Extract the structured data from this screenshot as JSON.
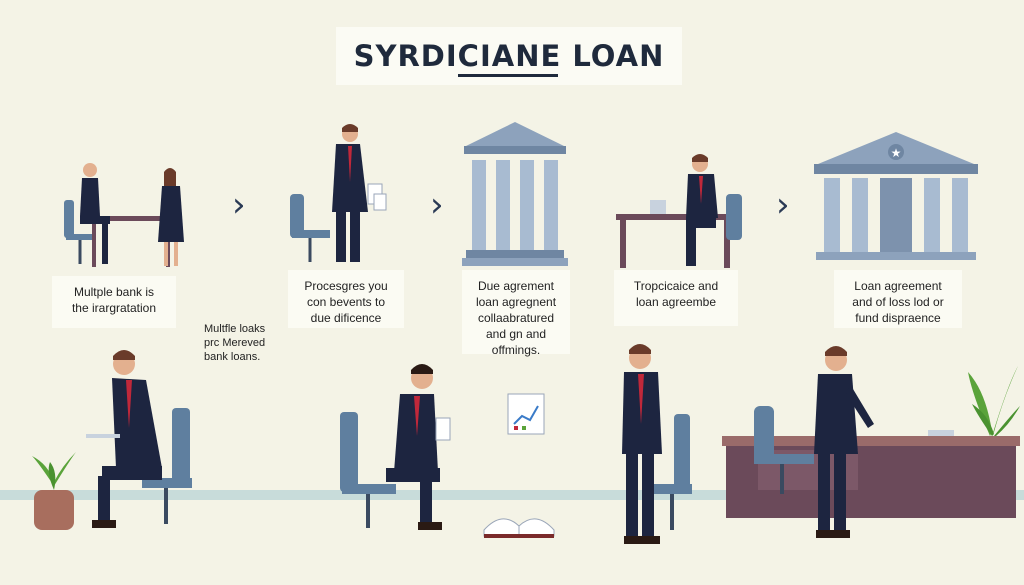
{
  "title": "SYRDICIANE LOAN",
  "steps": [
    {
      "label": "Multple bank is\nthe irargratation"
    },
    {
      "label": "Procesgres you\ncon bevents to\ndue dificence"
    },
    {
      "label": "Due agrement\nloan agregnent\ncollaabratured\nand gn and\noffmings."
    },
    {
      "label": "Tropcicaice and\nloan agreembe"
    },
    {
      "label": "Loan agreement\nand of loss lod or\nfund dispraence"
    }
  ],
  "side_note": "Multfle loaks\nprc Mereved\nbank loans.",
  "arrows": [
    "›",
    "›",
    "›"
  ],
  "colors": {
    "background": "#f4f3e6",
    "suit": "#1d2540",
    "tie": "#c0283a",
    "chair": "#5f7f9f",
    "bank": "#8da2bc",
    "desk": "#6b4a5a",
    "plant": "#5aa33a"
  }
}
